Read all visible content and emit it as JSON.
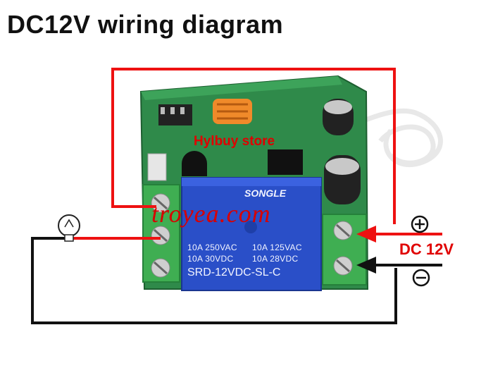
{
  "title": "DC12V wiring diagram",
  "store_label": "Hylbuy  store",
  "watermark": "troyea.com",
  "power_label": "DC 12V",
  "plus_symbol": "+",
  "minus_symbol": "−",
  "relay": {
    "brand": "SONGLE",
    "spec_row1": [
      "10A 250VAC",
      "10A 125VAC"
    ],
    "spec_row2": [
      "10A  30VDC",
      "10A  28VDC"
    ],
    "model": "SRD-12VDC-SL-C"
  },
  "colors": {
    "pcb": "#2f8a4a",
    "relay": "#2a4fc8",
    "terminal": "#3fae52",
    "wire_red": "#ee1111",
    "wire_black": "#111111"
  },
  "icons": [
    "light-bulb-icon",
    "screw-terminal-icon"
  ]
}
